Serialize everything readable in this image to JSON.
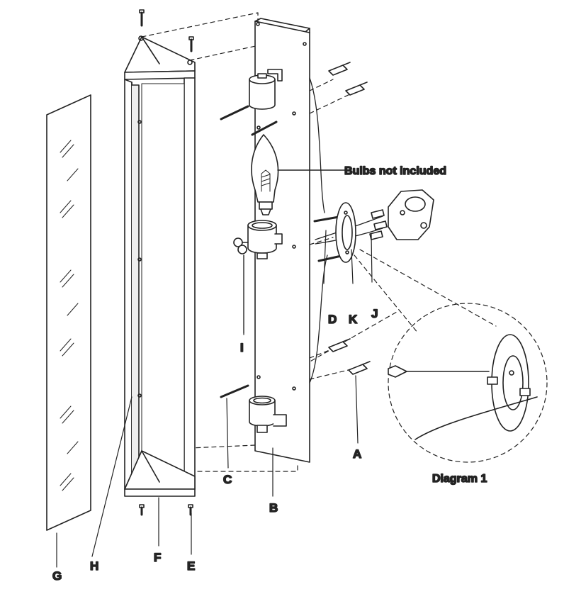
{
  "callouts": {
    "bulbs_note": "Bulbs not included",
    "diagram_caption": "Diagram 1"
  },
  "part_labels": {
    "A": "A",
    "B": "B",
    "C": "C",
    "D": "D",
    "E": "E",
    "F": "F",
    "G": "G",
    "H": "H",
    "I": "I",
    "J": "J",
    "K": "K"
  }
}
